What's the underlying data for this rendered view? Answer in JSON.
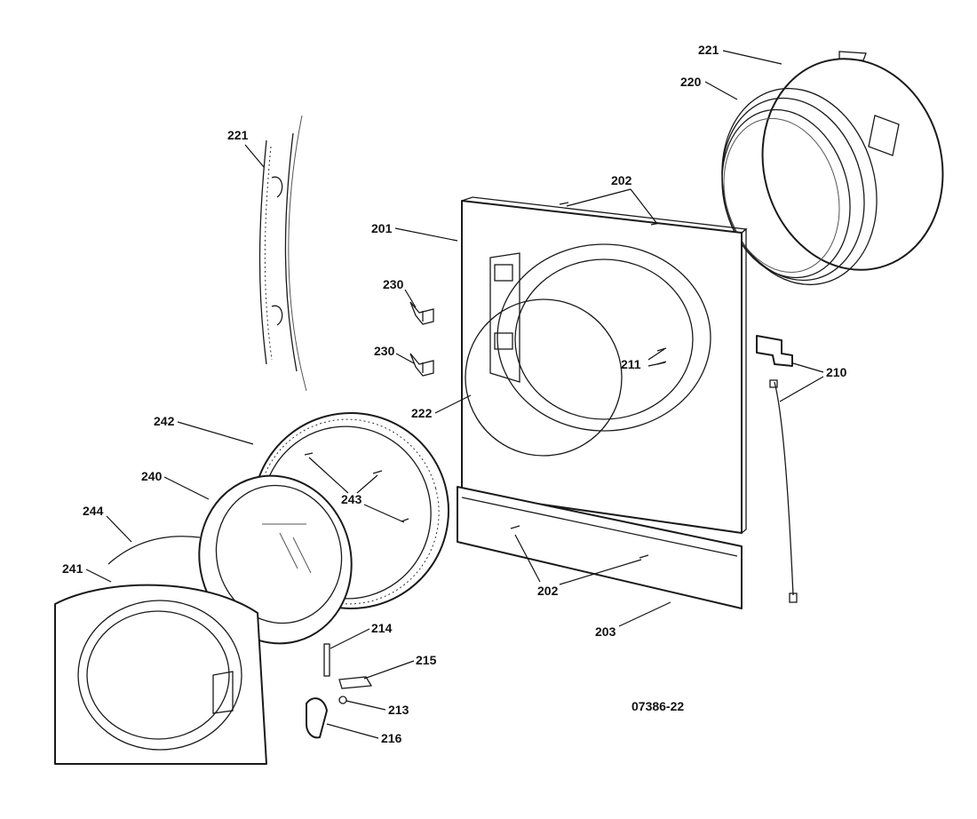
{
  "diagram": {
    "drawing_code": "07386-22",
    "callouts": {
      "c221_top": "221",
      "c220": "220",
      "c221_left": "221",
      "c202_top": "202",
      "c201": "201",
      "c230_a": "230",
      "c230_b": "230",
      "c211": "211",
      "c210": "210",
      "c222": "222",
      "c242": "242",
      "c240": "240",
      "c243": "243",
      "c244": "244",
      "c241": "241",
      "c202_bottom": "202",
      "c203": "203",
      "c214": "214",
      "c215": "215",
      "c213": "213",
      "c216": "216"
    }
  }
}
